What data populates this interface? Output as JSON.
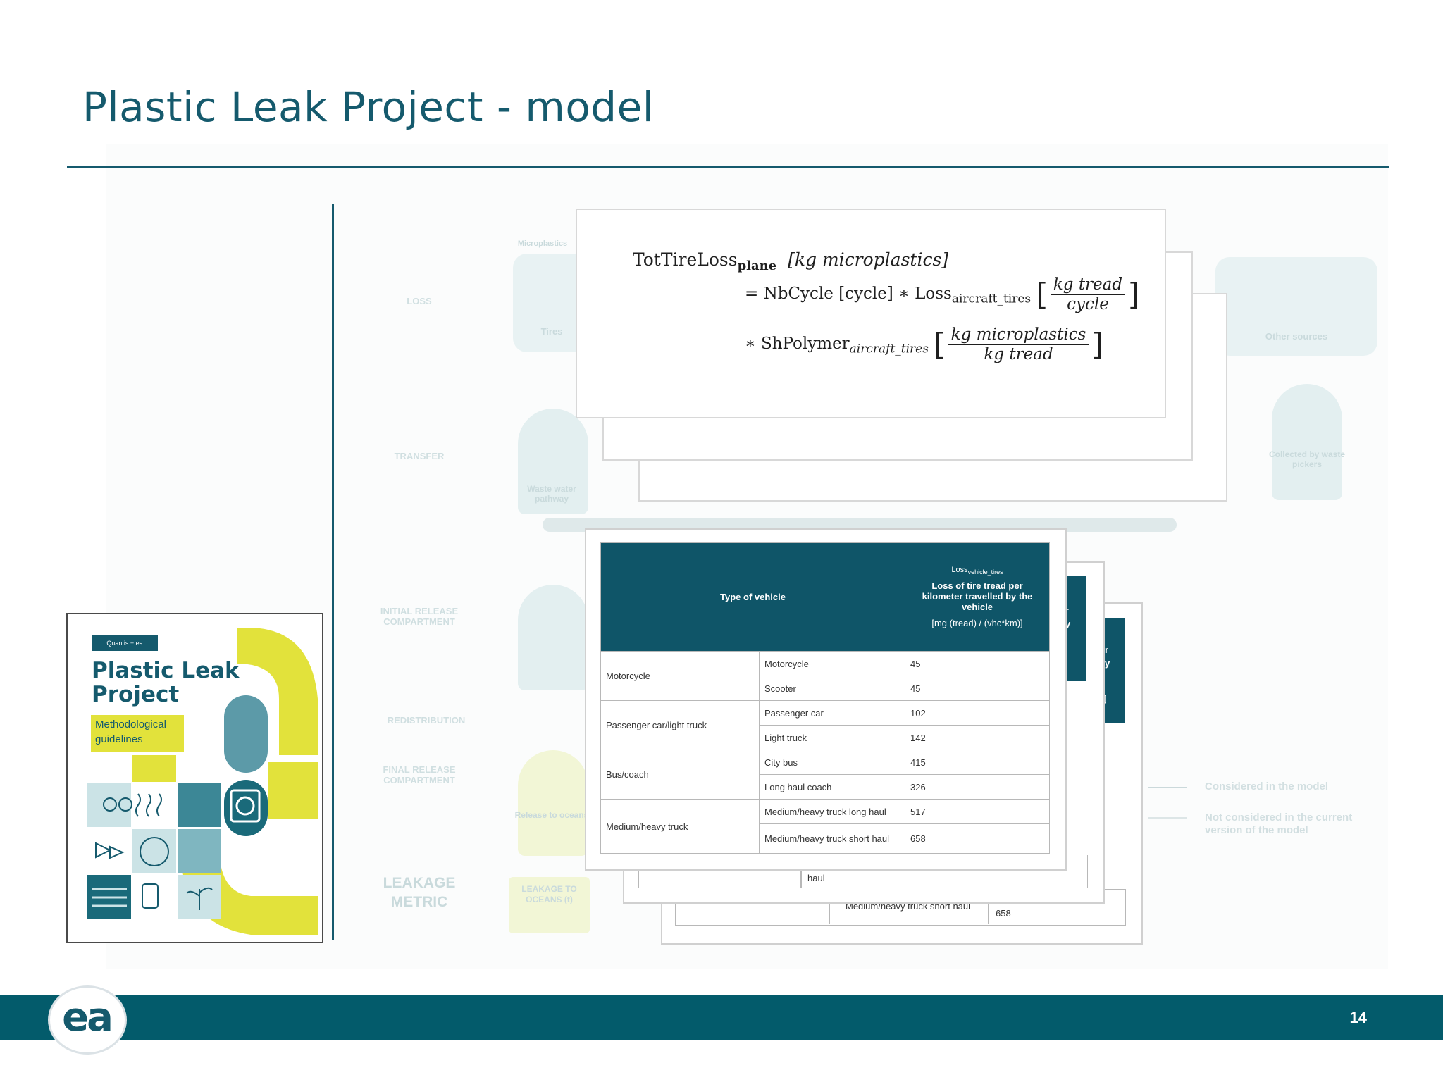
{
  "slide": {
    "title": "Plastic Leak Project - model",
    "page_number": "14",
    "logo_text": "ea"
  },
  "booklet": {
    "badge": "Quantis + ea",
    "title": "Plastic Leak Project",
    "subtitle": "Methodological guidelines"
  },
  "background_diagram": {
    "row_labels": [
      "LOSS",
      "TRANSFER",
      "INITIAL RELEASE COMPARTMENT",
      "REDISTRIBUTION",
      "FINAL RELEASE COMPARTMENT"
    ],
    "metric_label": "LEAKAGE METRIC",
    "category_label": "Microplastics",
    "nodes": [
      "Tires",
      "Waste water pathway",
      "Release to oceans",
      "LEAKAGE TO OCEANS (t)",
      "Other sources",
      "Collected by waste pickers"
    ],
    "legend": [
      "Considered in the model",
      "Not considered in the current version of the model"
    ]
  },
  "formula": {
    "lhs": "TotTireLoss",
    "lhs_sub": "plane",
    "lhs_unit": "[kg microplastics]",
    "line2_prefix": "= NbCycle [cycle] ∗ Loss",
    "line2_sub": "aircraft_tires",
    "line2_frac_num": "kg tread",
    "line2_frac_den": "cycle",
    "line3_prefix": "∗ ShPolymer",
    "line3_sub": "aircraft_tires",
    "line3_frac_num": "kg microplastics",
    "line3_frac_den": "kg tread"
  },
  "table": {
    "col_vehicle": "Type of vehicle",
    "col_loss_symbol": "Loss",
    "col_loss_sub": "vehicle_tires",
    "col_loss_desc": "Loss of tire tread per kilometer travelled by the vehicle",
    "col_loss_unit": "[mg (tread) / (vhc*km)]",
    "groups": [
      {
        "name": "Motorcycle",
        "rows": [
          {
            "type": "Motorcycle",
            "value": "45"
          },
          {
            "type": "Scooter",
            "value": "45"
          }
        ]
      },
      {
        "name": "Passenger car/light truck",
        "rows": [
          {
            "type": "Passenger car",
            "value": "102"
          },
          {
            "type": "Light truck",
            "value": "142"
          }
        ]
      },
      {
        "name": "Bus/coach",
        "rows": [
          {
            "type": "City bus",
            "value": "415"
          },
          {
            "type": "Long haul coach",
            "value": "326"
          }
        ]
      },
      {
        "name": "Medium/heavy truck",
        "rows": [
          {
            "type": "Medium/heavy truck long haul",
            "value": "517"
          },
          {
            "type": "Medium/heavy truck short haul",
            "value": "658"
          }
        ]
      }
    ],
    "back_fragments": {
      "haul": "haul",
      "truck_short": "Medium/heavy truck short haul",
      "value_658": "658",
      "hdr_r": "r",
      "hdr_y": "y",
      "hdr_bracket": ")]"
    }
  },
  "colors": {
    "brand": "#035b6b",
    "title": "#155a6d",
    "table_header": "#0f5568",
    "booklet_yellow": "#e2e23b"
  }
}
